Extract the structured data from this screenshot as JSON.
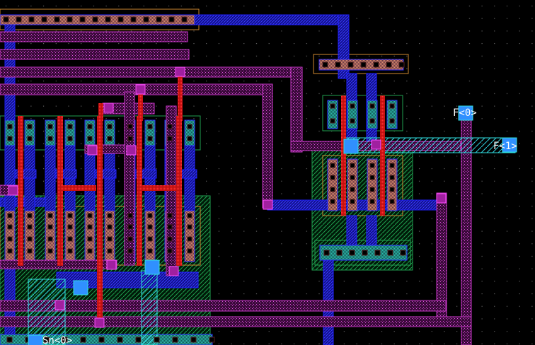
{
  "labels": {
    "f0": "F<0>",
    "f1": "F<1>",
    "sn0": "Sn<0>"
  },
  "layer_colors": {
    "background": "#000000",
    "grid": "#ffffff",
    "metal1": "#2a2aff",
    "metal2": "#c838c8",
    "poly": "#ff2020",
    "pdiff": "#d08060",
    "ndiff": "#20b0b0",
    "nwell": "#20a050",
    "select": "#d08830",
    "metal3": "#30e0e0",
    "contact": "#000000"
  }
}
